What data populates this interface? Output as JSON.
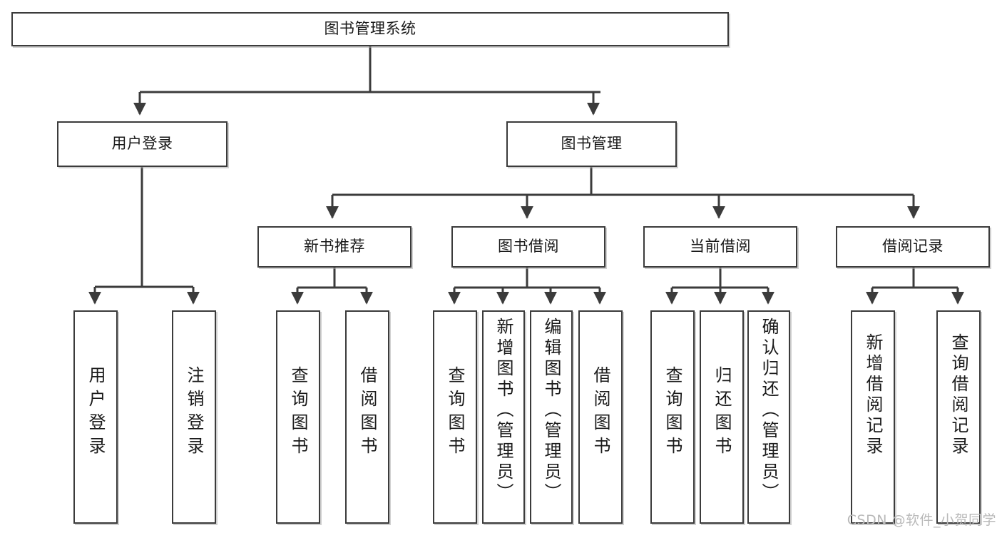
{
  "diagram": {
    "type": "tree",
    "title": "图书管理系统",
    "orientation": "top-down",
    "levels": 4,
    "root": {
      "id": "root",
      "label": "图书管理系统",
      "text_orientation": "horizontal"
    },
    "level1": [
      {
        "id": "user-login",
        "label": "用户登录",
        "text_orientation": "horizontal"
      },
      {
        "id": "book-manage",
        "label": "图书管理",
        "text_orientation": "horizontal"
      }
    ],
    "level2": [
      {
        "id": "new-book-rec",
        "label": "新书推荐",
        "parent": "book-manage",
        "text_orientation": "horizontal"
      },
      {
        "id": "book-borrow",
        "label": "图书借阅",
        "parent": "book-manage",
        "text_orientation": "horizontal"
      },
      {
        "id": "current-borrow",
        "label": "当前借阅",
        "parent": "book-manage",
        "text_orientation": "horizontal"
      },
      {
        "id": "borrow-record",
        "label": "借阅记录",
        "parent": "book-manage",
        "text_orientation": "horizontal"
      }
    ],
    "leaves": [
      {
        "id": "leaf-user-login",
        "label": "用户登录",
        "parent": "user-login",
        "text_orientation": "vertical"
      },
      {
        "id": "leaf-logout",
        "label": "注销登录",
        "parent": "user-login",
        "text_orientation": "vertical"
      },
      {
        "id": "leaf-query-book-1",
        "label": "查询图书",
        "parent": "new-book-rec",
        "text_orientation": "vertical"
      },
      {
        "id": "leaf-borrow-book-1",
        "label": "借阅图书",
        "parent": "new-book-rec",
        "text_orientation": "vertical"
      },
      {
        "id": "leaf-query-book-2",
        "label": "查询图书",
        "parent": "book-borrow",
        "text_orientation": "vertical"
      },
      {
        "id": "leaf-add-book",
        "label": "新增图书（管理员）",
        "parent": "book-borrow",
        "text_orientation": "vertical"
      },
      {
        "id": "leaf-edit-book",
        "label": "编辑图书（管理员）",
        "parent": "book-borrow",
        "text_orientation": "vertical"
      },
      {
        "id": "leaf-borrow-book-2",
        "label": "借阅图书",
        "parent": "book-borrow",
        "text_orientation": "vertical"
      },
      {
        "id": "leaf-query-book-3",
        "label": "查询图书",
        "parent": "current-borrow",
        "text_orientation": "vertical"
      },
      {
        "id": "leaf-return-book",
        "label": "归还图书",
        "parent": "current-borrow",
        "text_orientation": "vertical"
      },
      {
        "id": "leaf-confirm-return",
        "label": "确认归还（管理员）",
        "parent": "current-borrow",
        "text_orientation": "vertical"
      },
      {
        "id": "leaf-add-record",
        "label": "新增借阅记录",
        "parent": "borrow-record",
        "text_orientation": "vertical"
      },
      {
        "id": "leaf-query-record",
        "label": "查询借阅记录",
        "parent": "borrow-record",
        "text_orientation": "vertical"
      }
    ],
    "colors": {
      "box_border": "#3b3b3b",
      "box_fill": "#ffffff",
      "edge": "#3b3b3b",
      "text": "#1a1a1a",
      "watermark": "#b9b9b9",
      "background": "#ffffff"
    }
  },
  "watermark": {
    "text": "CSDN @软件_小贺同学"
  }
}
